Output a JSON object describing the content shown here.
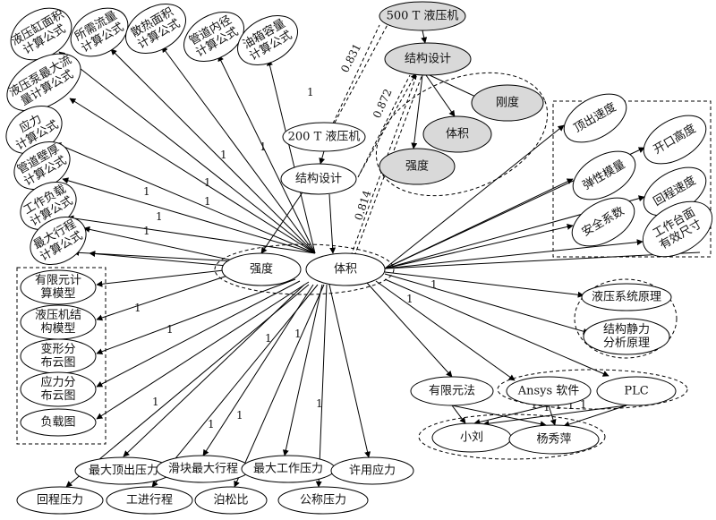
{
  "nodes": {
    "n_yygmj": {
      "label": [
        "液压缸面积",
        "计算公式"
      ]
    },
    "n_sxll": {
      "label": [
        "所需流量",
        "计算公式"
      ]
    },
    "n_srmj": {
      "label": [
        "散热面积",
        "计算公式"
      ]
    },
    "n_gdnj": {
      "label": [
        "管道内径",
        "计算公式"
      ]
    },
    "n_yxrl": {
      "label": [
        "油箱容量",
        "计算公式"
      ]
    },
    "n_yybzd": {
      "label": [
        "液压泵最大流",
        "量计算公式"
      ]
    },
    "n_yl": {
      "label": [
        "应力",
        "计算公式"
      ]
    },
    "n_gdbh": {
      "label": [
        "管道壁厚",
        "计算公式"
      ]
    },
    "n_gzfz": {
      "label": [
        "工作负载",
        "计算公式"
      ]
    },
    "n_zdxc": {
      "label": [
        "最大行程",
        "计算公式"
      ]
    },
    "n_500t": {
      "label": [
        "500 T 液压机"
      ]
    },
    "n_jgsj2": {
      "label": [
        "结构设计"
      ]
    },
    "n_gd": {
      "label": [
        "刚度"
      ]
    },
    "n_tj2": {
      "label": [
        "体积"
      ]
    },
    "n_qd2": {
      "label": [
        "强度"
      ]
    },
    "n_200t": {
      "label": [
        "200 T 液压机"
      ]
    },
    "n_jgsj1": {
      "label": [
        "结构设计"
      ]
    },
    "n_qd": {
      "label": [
        "强度"
      ]
    },
    "n_tj": {
      "label": [
        "体积"
      ]
    },
    "n_dcsd": {
      "label": [
        "顶出速度"
      ]
    },
    "n_kkgd": {
      "label": [
        "开口高度"
      ]
    },
    "n_txml": {
      "label": [
        "弹性模量"
      ]
    },
    "n_hcsd": {
      "label": [
        "回程速度"
      ]
    },
    "n_aqxs": {
      "label": [
        "安全系数"
      ]
    },
    "n_gztm": {
      "label": [
        "工作台面",
        "有效尺寸"
      ]
    },
    "n_yxyl": {
      "label": [
        "有限元计",
        "算模型"
      ]
    },
    "n_yyjjg": {
      "label": [
        "液压机结",
        "构模型"
      ]
    },
    "n_bxfb": {
      "label": [
        "变形分",
        "布云图"
      ]
    },
    "n_ylfb": {
      "label": [
        "应力分",
        "布云图"
      ]
    },
    "n_fzt": {
      "label": [
        "负载图"
      ]
    },
    "n_yyxt": {
      "label": [
        "液压系统原理"
      ]
    },
    "n_jgjl": {
      "label": [
        "结构静力",
        "分析原理"
      ]
    },
    "n_yxyf": {
      "label": [
        "有限元法"
      ]
    },
    "n_ansys": {
      "label": [
        "Ansys 软件"
      ]
    },
    "n_plc": {
      "label": [
        "PLC"
      ]
    },
    "n_xl": {
      "label": [
        "小刘"
      ]
    },
    "n_yxp": {
      "label": [
        "杨秀萍"
      ]
    },
    "n_zddc": {
      "label": [
        "最大顶出压力"
      ]
    },
    "n_hkzd": {
      "label": [
        "滑块最大行程"
      ]
    },
    "n_zdgz": {
      "label": [
        "最大工作压力"
      ]
    },
    "n_xyyl": {
      "label": [
        "许用应力"
      ]
    },
    "n_hcyl": {
      "label": [
        "回程压力"
      ]
    },
    "n_gjxc": {
      "label": [
        "工进行程"
      ]
    },
    "n_psb": {
      "label": [
        "泊松比"
      ]
    },
    "n_gcyl": {
      "label": [
        "公称压力"
      ]
    }
  },
  "edge_labels": {
    "w0831": "0.831",
    "w0872": "0.872",
    "w0814": "0.814",
    "one": "1"
  },
  "colors": {
    "shaded_fill": "#d9d9d9",
    "line": "#000000",
    "background": "#ffffff"
  }
}
